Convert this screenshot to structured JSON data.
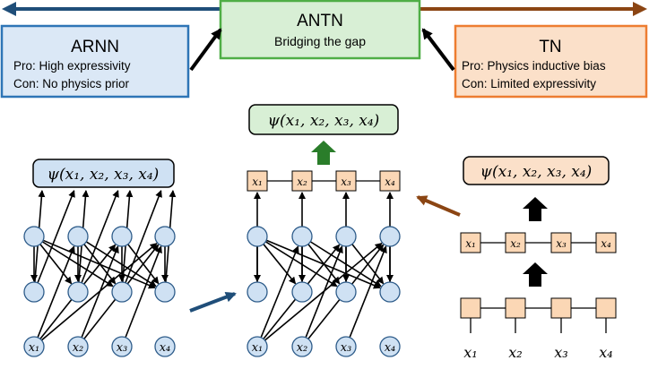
{
  "arnn": {
    "title": "ARNN",
    "pro": "Pro: High expressivity",
    "con": "Con: No physics prior",
    "fill": "#dbe8f6",
    "stroke": "#2e75b6"
  },
  "antn": {
    "title": "ANTN",
    "subtitle": "Bridging the gap",
    "fill": "#d8efd5",
    "stroke": "#4fae46"
  },
  "tn": {
    "title": "TN",
    "pro": "Pro: Physics inductive bias",
    "con": "Con: Limited expressivity",
    "fill": "#fbe0c9",
    "stroke": "#ed7d31"
  },
  "psi": {
    "label": "ψ(x₁, x₂, x₃, x₄)",
    "arnn_fill": "#cfe1f3",
    "antn_fill": "#d8efd5",
    "tn_fill": "#fbe0c9"
  },
  "inputs": [
    "x₁",
    "x₂",
    "x₃",
    "x₄"
  ],
  "colors": {
    "top_arrow_left": "#1f4e79",
    "top_arrow_right": "#8b4513",
    "neuron": "#cfe1f3",
    "tensor": "#fbd7b5",
    "green_arrow": "#2a7d2a",
    "arrow_blue": "#1f4e79",
    "arrow_brown": "#8b4513"
  },
  "icons": {
    "left_arrow": "arrow-left-icon",
    "right_arrow": "arrow-right-icon"
  }
}
